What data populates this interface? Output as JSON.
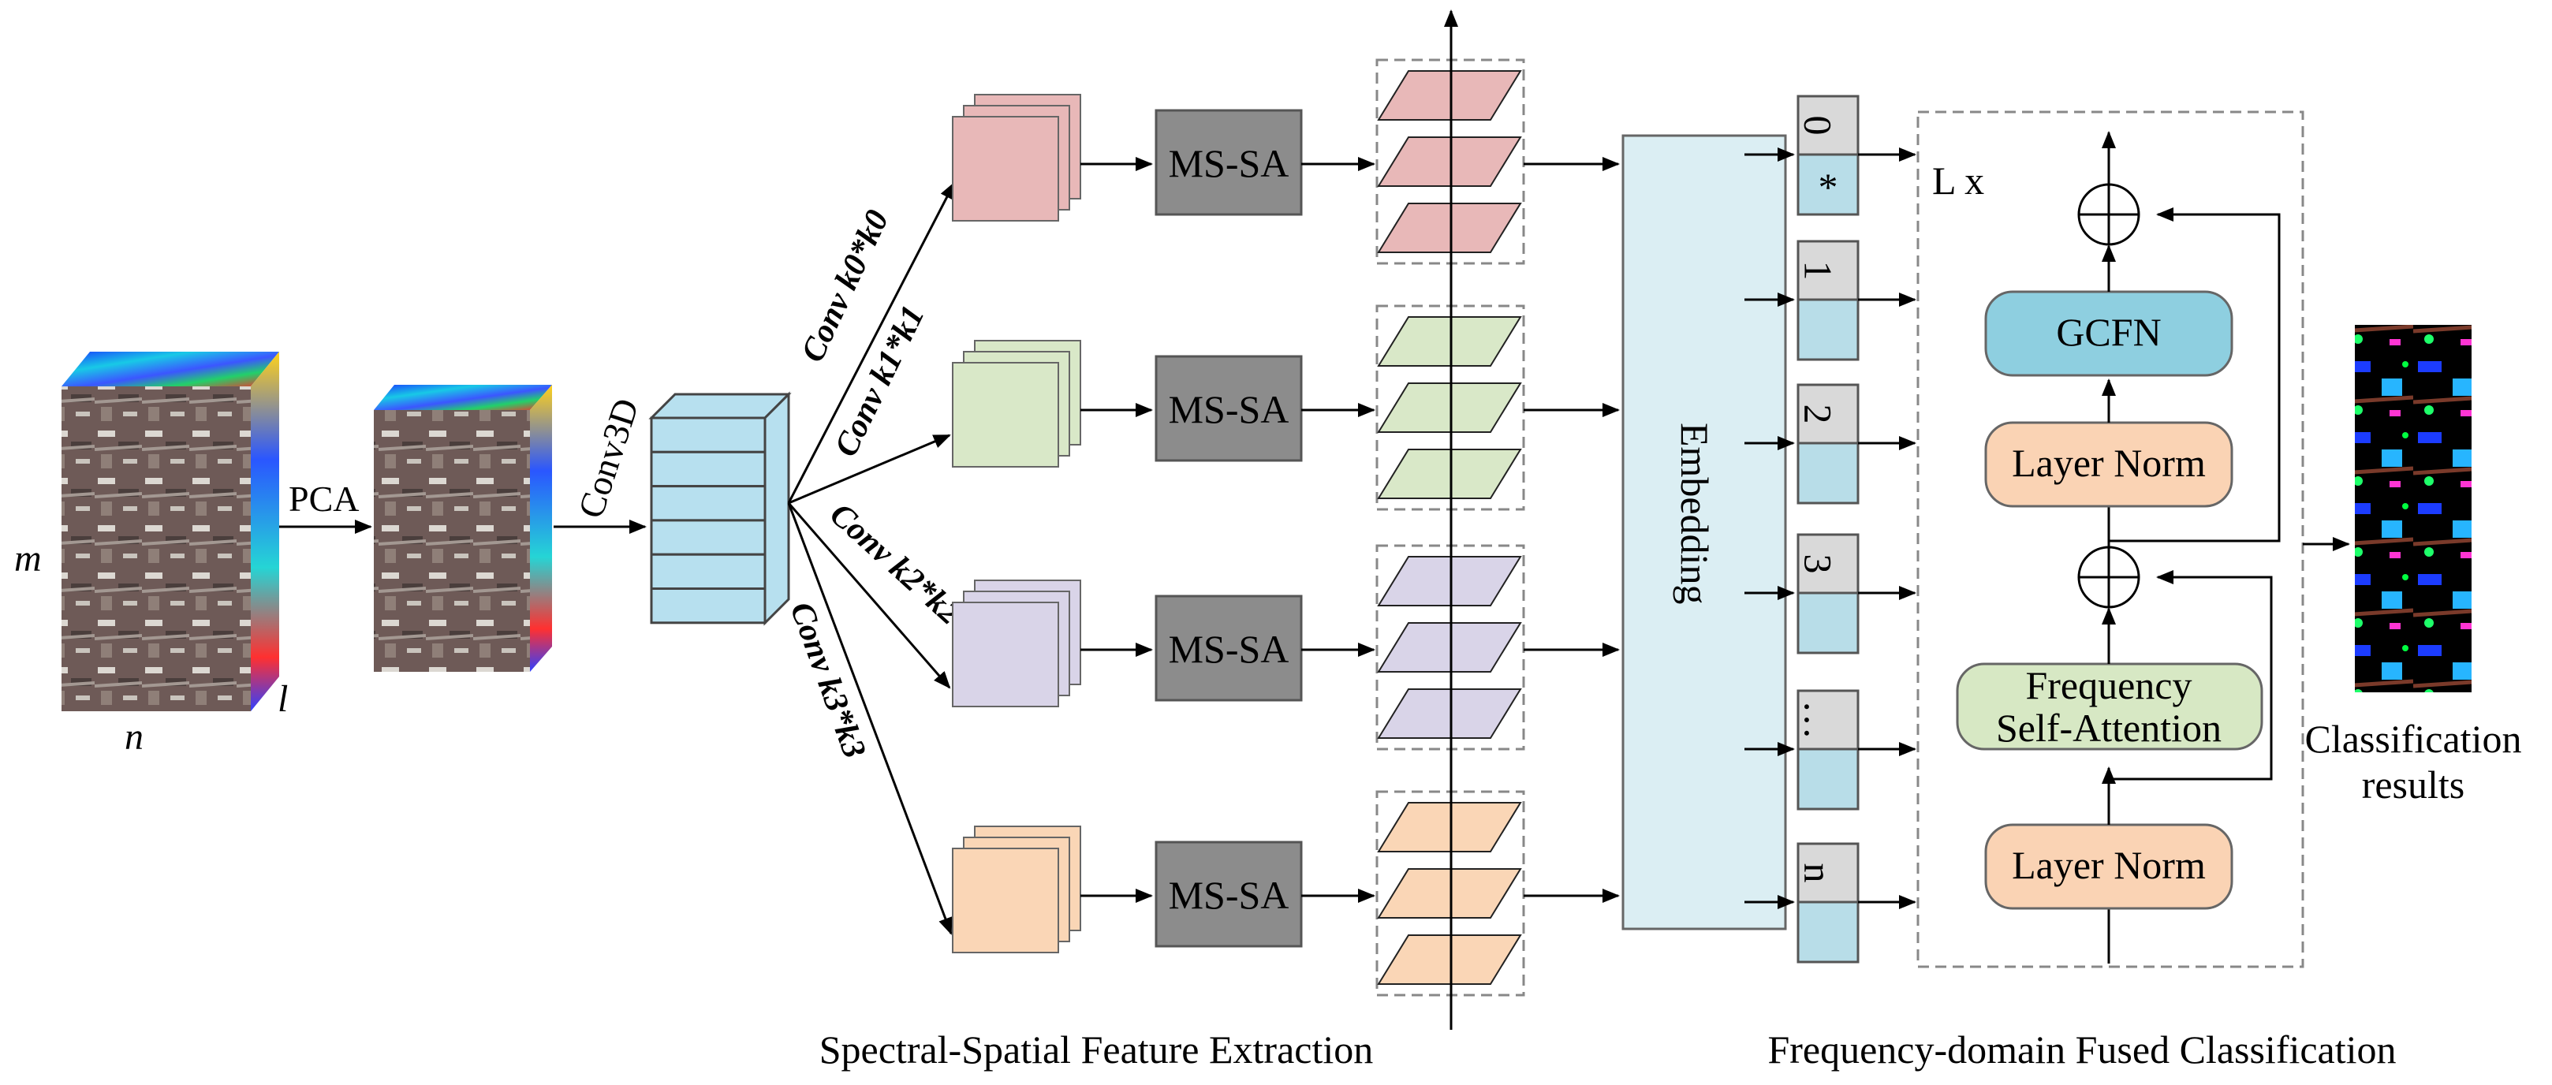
{
  "input": {
    "dim_m": "m",
    "dim_n": "n",
    "dim_l": "l",
    "pca_label": "PCA",
    "conv3d_label": "Conv3D"
  },
  "branches": [
    {
      "conv_label": "Conv k0*k0",
      "block_label": "MS-SA",
      "color": "#e8b8b8"
    },
    {
      "conv_label": "Conv k1*k1",
      "block_label": "MS-SA",
      "color": "#d9e8c8"
    },
    {
      "conv_label": "Conv k2*k2",
      "block_label": "MS-SA",
      "color": "#d9d4e8"
    },
    {
      "conv_label": "Conv k3*k3",
      "block_label": "MS-SA",
      "color": "#fad6b6"
    }
  ],
  "embedding_label": "Embedding",
  "tokens": [
    {
      "top": "0",
      "bottom": "*"
    },
    {
      "top": "1",
      "bottom": ""
    },
    {
      "top": "2",
      "bottom": ""
    },
    {
      "top": "3",
      "bottom": ""
    },
    {
      "top": "…",
      "bottom": ""
    },
    {
      "top": "n",
      "bottom": ""
    }
  ],
  "encoder": {
    "repeat_label": "L x",
    "gcfn_label": "GCFN",
    "layer_norm_top": "Layer Norm",
    "freq_attn_line1": "Frequency",
    "freq_attn_line2": "Self-Attention",
    "layer_norm_bottom": "Layer Norm"
  },
  "output": {
    "line1": "Classification",
    "line2": "results"
  },
  "sections": {
    "left": "Spectral-Spatial Feature Extraction",
    "right": "Frequency-domain Fused Classification"
  },
  "colors": {
    "msa_fill": "#8c8c8c",
    "embedding_fill": "#dbeef3",
    "conv3d_fill": "#b7e0ef",
    "token_top_fill": "#d9d9d9",
    "token_bottom_fill": "#b8dde8",
    "gcfn_fill": "#8ecfe0",
    "layer_norm_fill": "#fad3b4",
    "freq_attn_fill": "#d7e8c4"
  }
}
